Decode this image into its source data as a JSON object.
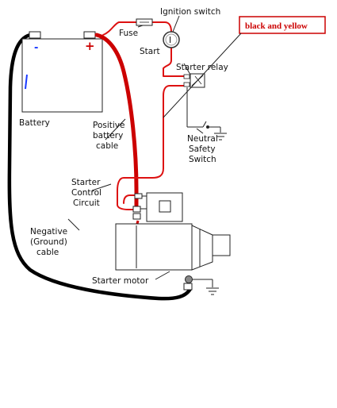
{
  "labels": {
    "ignition_switch": "Ignition switch",
    "fuse": "Fuse",
    "start": "Start",
    "wire_color": "black and yellow",
    "starter_relay": "Starter relay",
    "battery": "Battery",
    "positive_cable": [
      "Positive",
      "battery",
      "cable"
    ],
    "neutral_switch": [
      "Neutral",
      "Safety",
      "Switch"
    ],
    "control_circuit": [
      "Starter",
      "Control",
      "Circuit"
    ],
    "negative_cable": [
      "Negative",
      "(Ground)",
      "cable"
    ],
    "starter_motor": "Starter motor",
    "ignition_symbol": "I",
    "battery_minus": "-",
    "battery_plus": "+"
  },
  "colors": {
    "positive_cable": "#cc0000",
    "control_wire": "#dd1111",
    "negative_cable": "#000000",
    "battery_blue_mark": "#1a3aff",
    "callout_border": "#cc0000"
  }
}
